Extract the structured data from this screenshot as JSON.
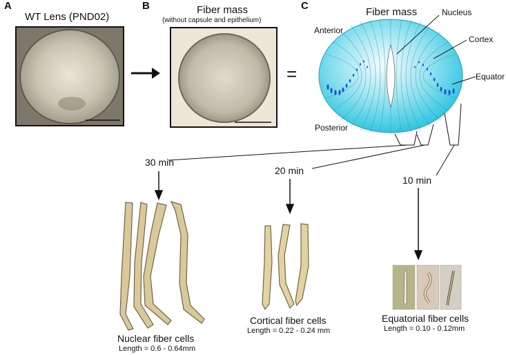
{
  "panels": {
    "a": {
      "letter": "A",
      "title": "WT Lens (PND02)"
    },
    "b": {
      "letter": "B",
      "title": "Fiber mass",
      "subtitle": "(without capsule and epithelium)"
    },
    "c": {
      "letter": "C",
      "title": "Fiber mass"
    }
  },
  "equals_sign": "=",
  "lens_labels": {
    "nucleus": "Nucleus",
    "cortex": "Cortex",
    "equator": "Equator",
    "anterior": "Anterior",
    "posterior": "Posterior"
  },
  "times": {
    "t30": "30 min",
    "t20": "20 min",
    "t10": "10 min"
  },
  "groups": {
    "nuclear": {
      "caption": "Nuclear fiber cells",
      "length": "Length = 0.6 - 0.64mm"
    },
    "cortical": {
      "caption": "Cortical fiber cells",
      "length": "Length = 0.22 - 0.24 mm"
    },
    "equatorial": {
      "caption": "Equatorial fiber cells",
      "length": "Length = 0.10 - 0.12mm"
    }
  },
  "colors": {
    "lens_light": "#f2fbfd",
    "lens_cyan": "#27c4e0",
    "nuclei_blue": "#1a4fd6",
    "fiber_cell": "#d9c89a",
    "fiber_outline": "#6f6448"
  }
}
